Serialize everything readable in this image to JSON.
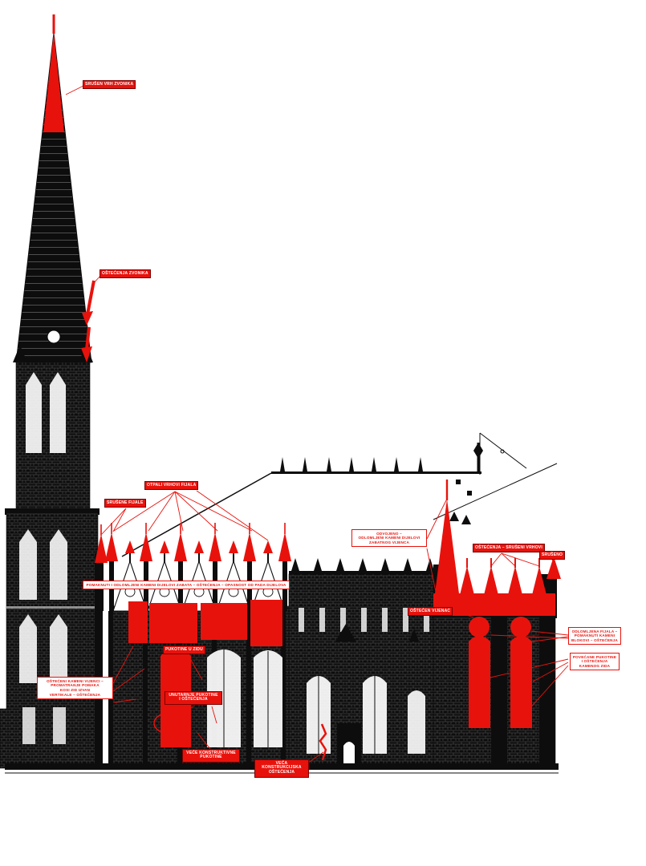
{
  "colors": {
    "accent_red": "#e8120c",
    "ink": "#0d0d0d",
    "background": "#ffffff"
  },
  "drawing": {
    "subject_label": "Gothic cathedral elevation with damage annotations"
  },
  "annotations": [
    {
      "id": "spire-top",
      "text": "SRUŠEN VRH ZVONIKA"
    },
    {
      "id": "spire-mid",
      "text": "OŠTEĆENJA ZVONIKA"
    },
    {
      "id": "pinnacle-tips",
      "text": "OTPALI VRHOVI FIJALA"
    },
    {
      "id": "fallen-finials",
      "text": "SRUŠENE FIJALE"
    },
    {
      "id": "gable-band",
      "text": "POMAKNUTI I ODLOMLJENI KAMENI DIJELOVI ZABATA – OŠTEĆENJA – OPASNOST OD PADA DIJELOVA"
    },
    {
      "id": "detached-crown",
      "text": "ODVOJENO –\nODLOMLJENI KAMENI DIJELOVI\nZABATNOG VIJENCA"
    },
    {
      "id": "right-tips",
      "text": "OŠTEĆENJA – SRUŠENI VRHOVI"
    },
    {
      "id": "collapsed",
      "text": "SRUŠENO"
    },
    {
      "id": "cornice",
      "text": "OŠTEĆEN VIJENAC"
    },
    {
      "id": "right-upper",
      "text": "ODLOMLJENA FIJALA –\nPOMAKNUTI KAMENI\nBLOKOVI – OŠTEĆENJA"
    },
    {
      "id": "right-lower",
      "text": "POVEĆANE PUKOTINE\nI OŠTEĆENJA\nKAMENOG ZIDA"
    },
    {
      "id": "wall-cracks",
      "text": "PUKOTINE U ZIDU"
    },
    {
      "id": "left-box",
      "text": "OŠTEĆENI KAMENI VIJENCI –\nPROMATRANJE POMAKA\nKOSI ZID IZVAN\nVERTIKALE – OŠTEĆENJA"
    },
    {
      "id": "interior",
      "text": "UNUTARNJE PUKOTINE\nI OŠTEĆENJA"
    },
    {
      "id": "major-cracks-1",
      "text": "VEĆE KONSTRUKTIVNE\nPUKOTINE"
    },
    {
      "id": "major-cracks-2",
      "text": "VEĆA KONSTRUKCIJSKA\nOŠTEĆENJA"
    }
  ]
}
